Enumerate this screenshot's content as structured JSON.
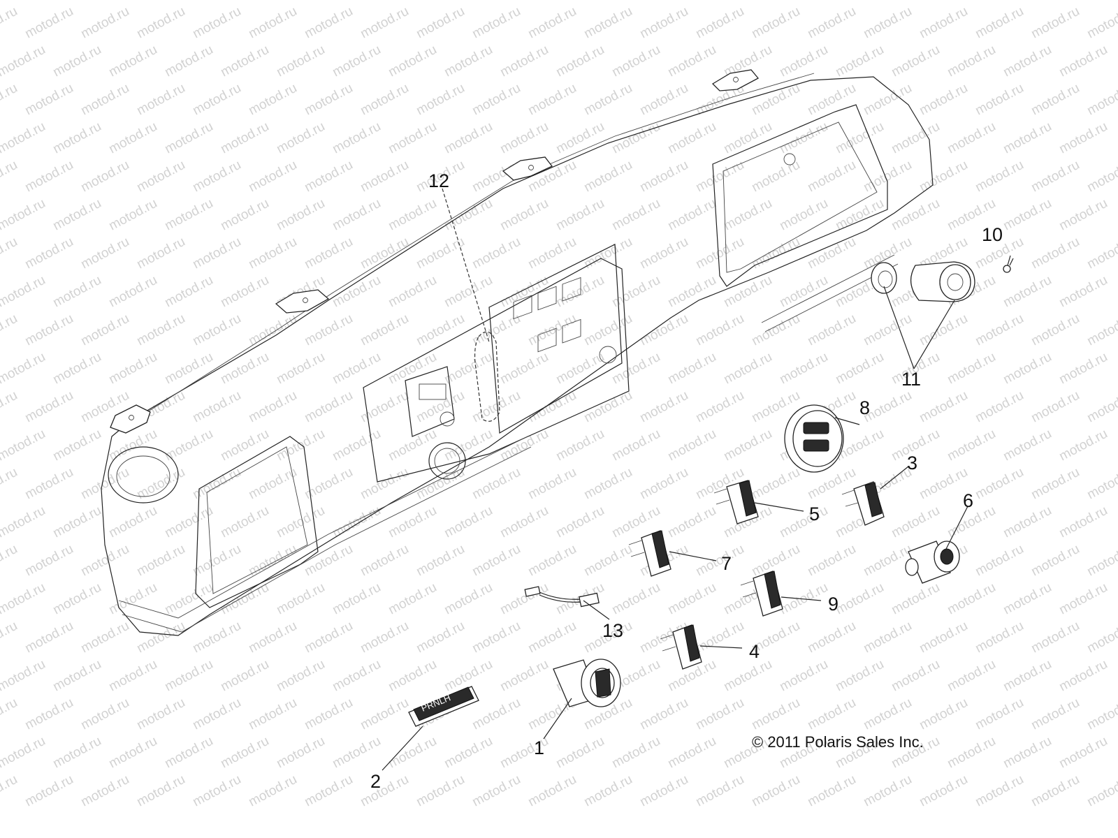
{
  "watermark": "motod.ru",
  "copyright": "© 2011 Polaris Sales Inc.",
  "shifter_label": "PRNLH",
  "callouts": [
    {
      "id": "1",
      "label": "1"
    },
    {
      "id": "2",
      "label": "2"
    },
    {
      "id": "3",
      "label": "3"
    },
    {
      "id": "4",
      "label": "4"
    },
    {
      "id": "5",
      "label": "5"
    },
    {
      "id": "6",
      "label": "6"
    },
    {
      "id": "7",
      "label": "7"
    },
    {
      "id": "8",
      "label": "8"
    },
    {
      "id": "9",
      "label": "9"
    },
    {
      "id": "10",
      "label": "10"
    },
    {
      "id": "11",
      "label": "11"
    },
    {
      "id": "12",
      "label": "12"
    },
    {
      "id": "13",
      "label": "13"
    }
  ]
}
